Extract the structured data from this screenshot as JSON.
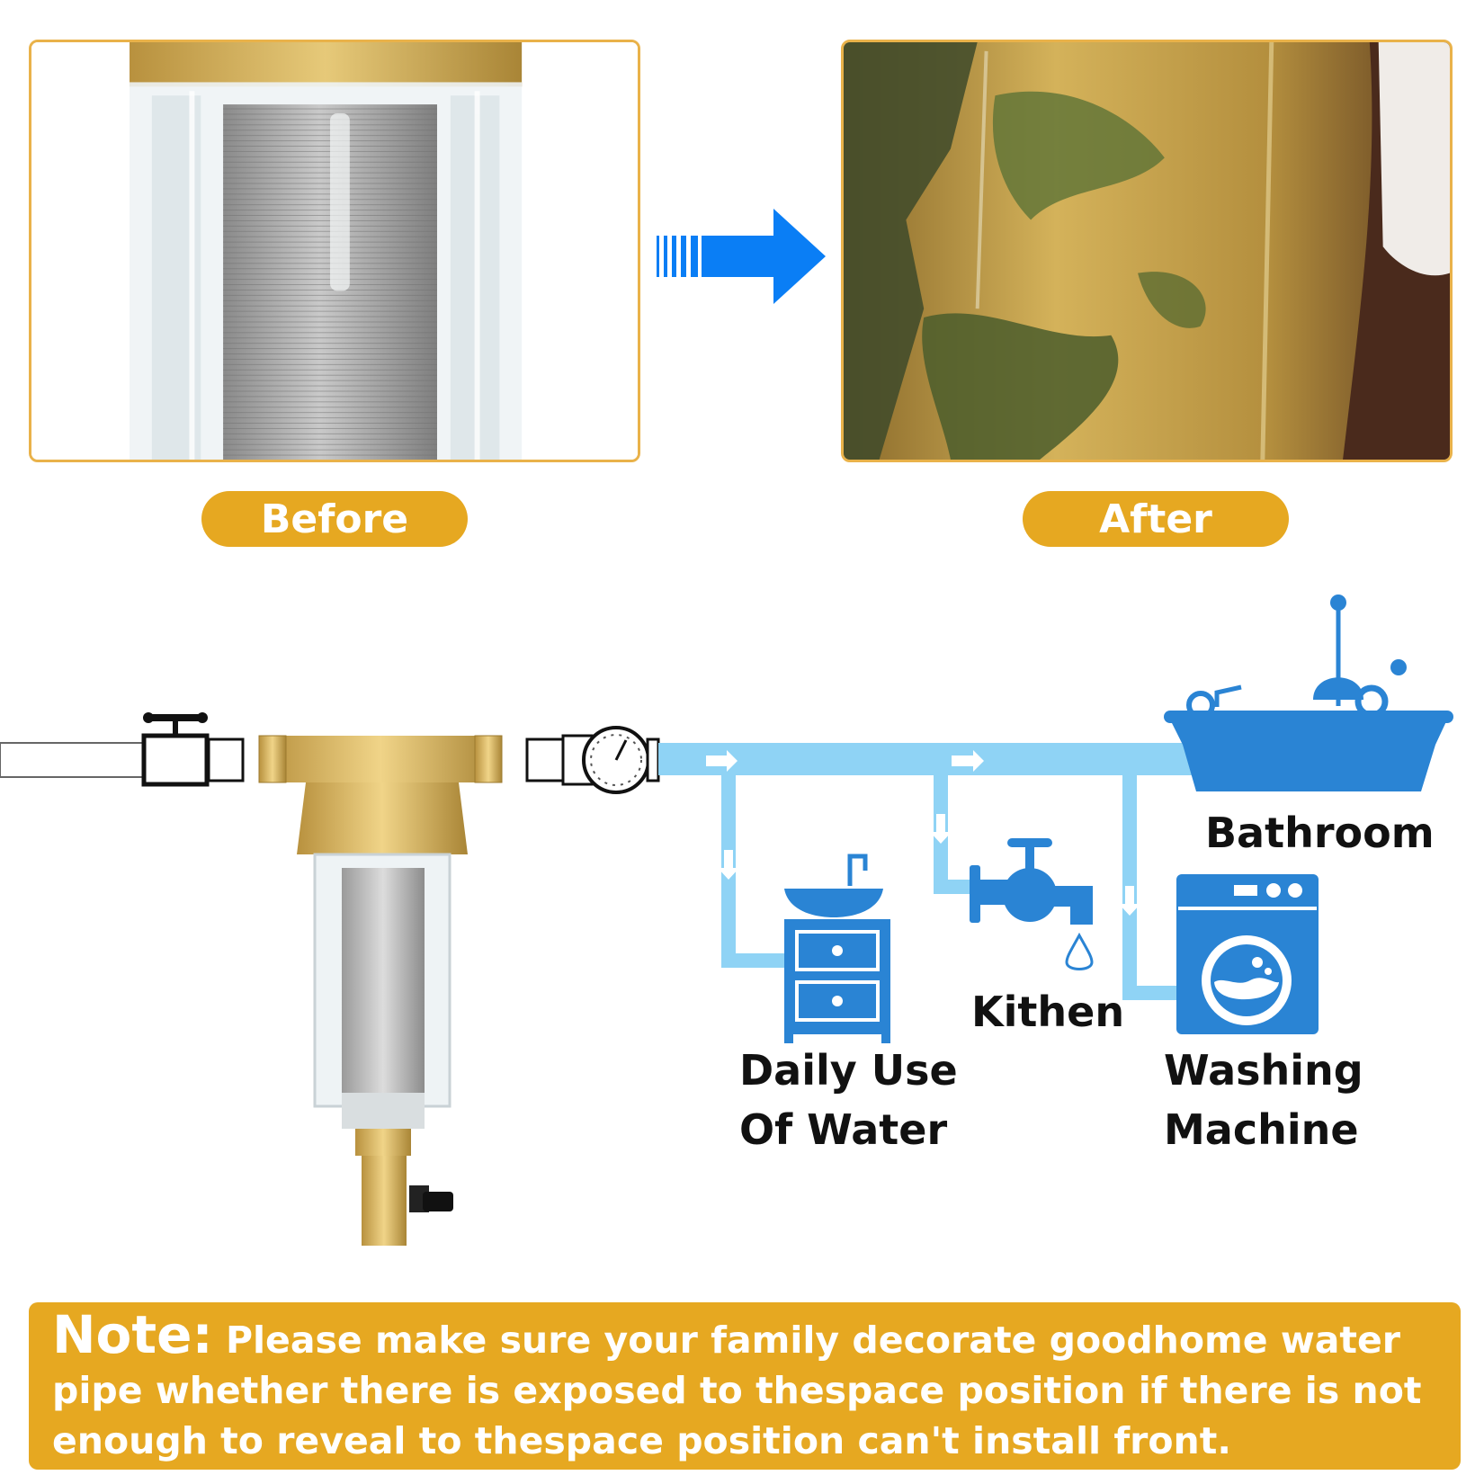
{
  "comparison": {
    "before_label": "Before",
    "after_label": "After"
  },
  "destinations": {
    "bathroom": "Bathroom",
    "kitchen": "Kithen",
    "daily_use_line1": "Daily Use",
    "daily_use_line2": "Of Water",
    "washing_line1": "Washing",
    "washing_line2": "Machine"
  },
  "note": {
    "title": "Note:",
    "text": "Please make sure your family decorate goodhome water pipe whether there is exposed to thespace position if there is not enough to reveal to thespace position can't install front."
  },
  "colors": {
    "accent_gold": "#e6a821",
    "frame_gold": "#e9b24a",
    "icon_blue": "#2a84d4",
    "pipe_light_blue": "#8fd3f5",
    "arrow_blue": "#0a7ef5"
  }
}
